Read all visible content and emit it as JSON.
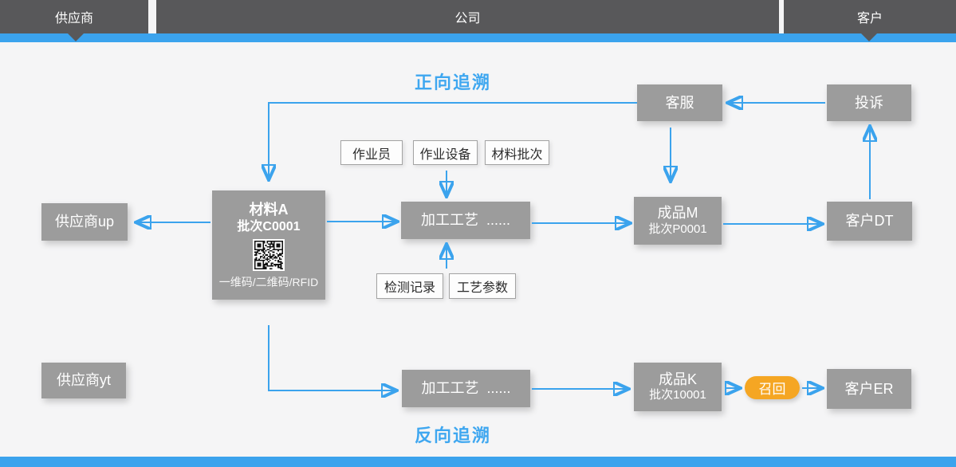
{
  "lanes": {
    "supplier": "供应商",
    "company": "公司",
    "customer": "客户"
  },
  "titles": {
    "forward": "正向追溯",
    "backward": "反向追溯"
  },
  "nodes": {
    "supplier_up": "供应商up",
    "supplier_yt": "供应商yt",
    "material_a": {
      "line1": "材料A",
      "line2": "批次C0001",
      "caption": "一维码/二维码/RFID"
    },
    "process_top": "加工工艺  ......",
    "process_bottom": "加工工艺  ......",
    "product_m": {
      "line1": "成品M",
      "line2": "批次P0001"
    },
    "product_k": {
      "line1": "成品K",
      "line2": "批次10001"
    },
    "customer_dt": "客户DT",
    "customer_er": "客户ER",
    "customer_service": "客服",
    "complaint": "投诉",
    "recall": "召回"
  },
  "tags": {
    "operator": "作业员",
    "equipment": "作业设备",
    "material_batch": "材料批次",
    "inspection_record": "检测记录",
    "process_params": "工艺参数"
  },
  "colors": {
    "accent_blue": "#3ba3ed",
    "title_blue": "#3fa7f0",
    "bar_dark": "#58585a",
    "node_gray": "#9c9c9c",
    "recall_orange": "#f5a623",
    "background": "#f5f5f6"
  }
}
